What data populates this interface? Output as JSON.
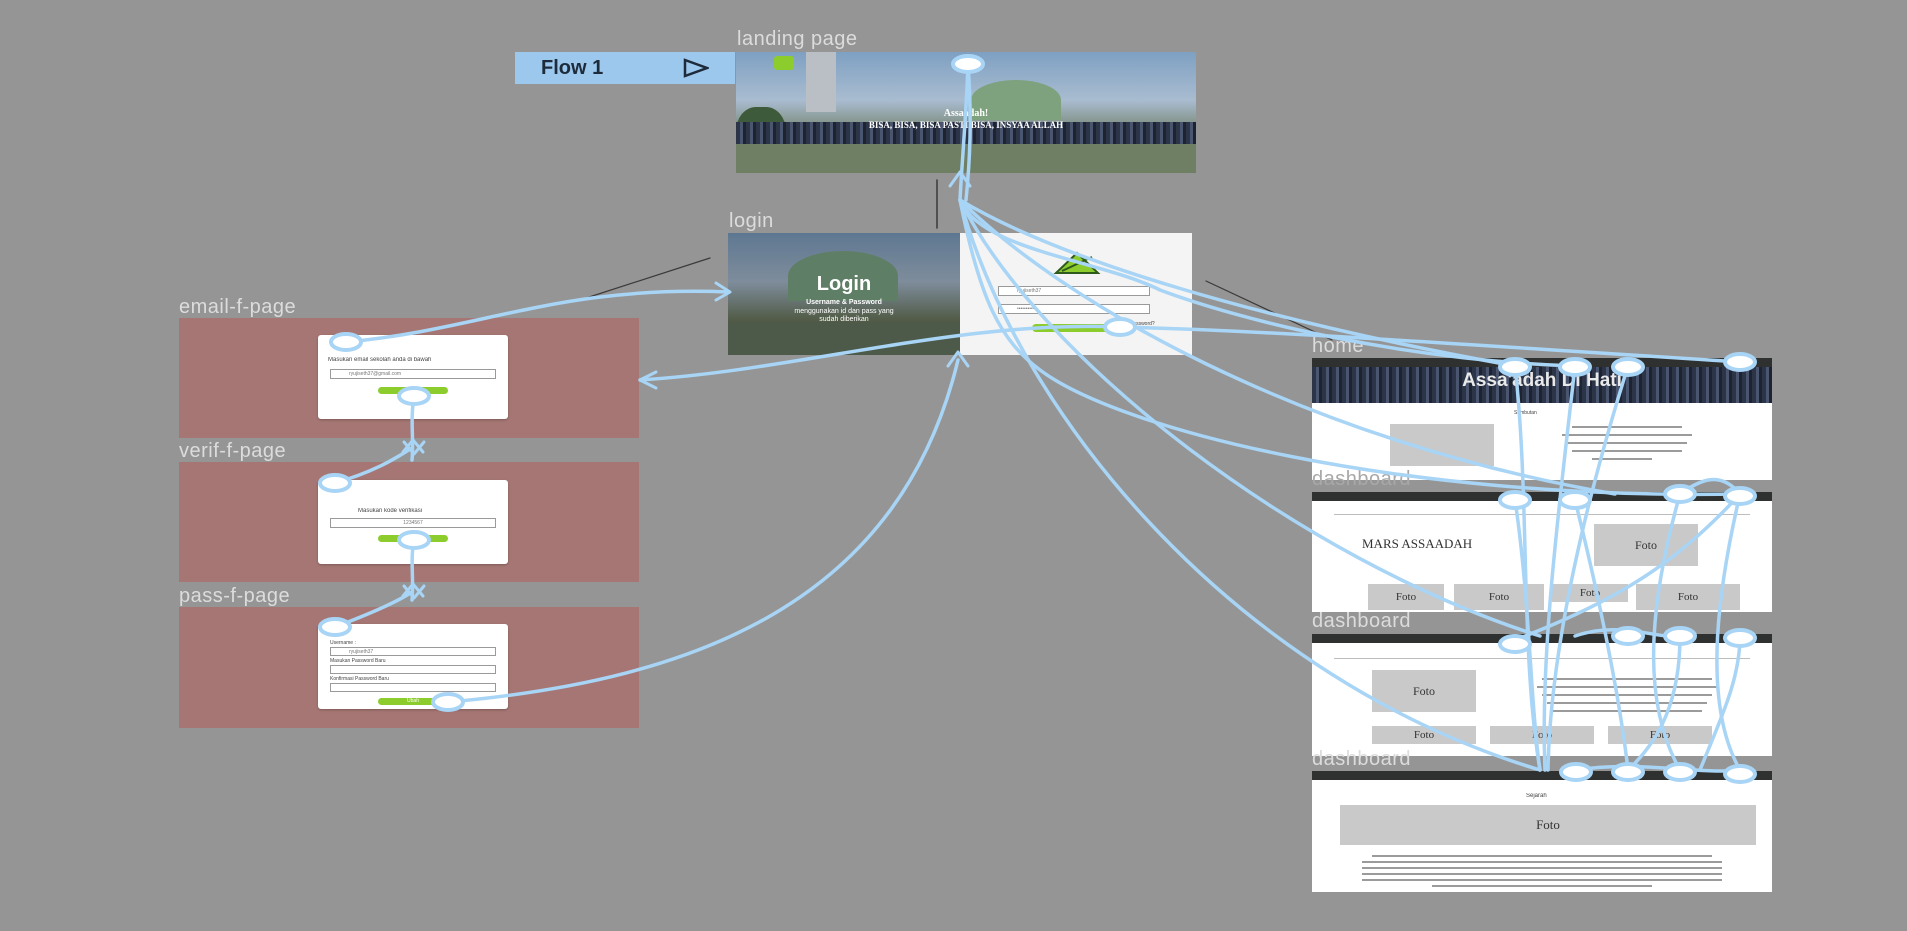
{
  "flow": {
    "label": "Flow 1"
  },
  "frames": {
    "landing": {
      "label": "landing page",
      "headline": "Assaadah!",
      "tagline": "BISA, BISA, BISA PASTI BISA, INSYAA ALLAH"
    },
    "login": {
      "label": "login",
      "title": "Login",
      "subtitle": "Username & Password",
      "subtitle2": "menggunakan id dan pass yang",
      "subtitle3": "sudah diberikan",
      "username_value": "ryujiseth37",
      "password_value": "••••••••••",
      "forgot": "Lupa password?"
    },
    "email_f": {
      "label": "email-f-page",
      "prompt": "Masukan email sekolah anda di bawah",
      "value": "ryujiseth37@gmail.com"
    },
    "verif_f": {
      "label": "verif-f-page",
      "prompt": "Masukan kode verifikasi",
      "value": "1234567"
    },
    "pass_f": {
      "label": "pass-f-page",
      "user_label": "Username :",
      "user_value": "ryujiseth37",
      "newpass_label": "Masukan Password Baru",
      "confirm_label": "Konfirmasi Password Baru",
      "button": "Ubah"
    },
    "home": {
      "label": "home",
      "banner": "Assa'adah Di Hati",
      "section": "Sambutan"
    },
    "dash1": {
      "label": "dashboard",
      "heading": "MARS ASSAADAH",
      "foto": "Foto",
      "tiles": [
        "Foto",
        "Foto",
        "Foto",
        "Foto"
      ]
    },
    "dash2": {
      "label": "dashboard",
      "foto": "Foto",
      "tiles": [
        "Foto",
        "Foto",
        "Foto"
      ]
    },
    "dash3": {
      "label": "dashboard",
      "section": "Sejarah",
      "foto": "Foto"
    }
  },
  "colors": {
    "canvas": "#959595",
    "connector": "#a8d4f5",
    "frame_pink": "#a57673",
    "accent_green": "#8ccc2c",
    "flow_tag": "#9cc8ee"
  }
}
